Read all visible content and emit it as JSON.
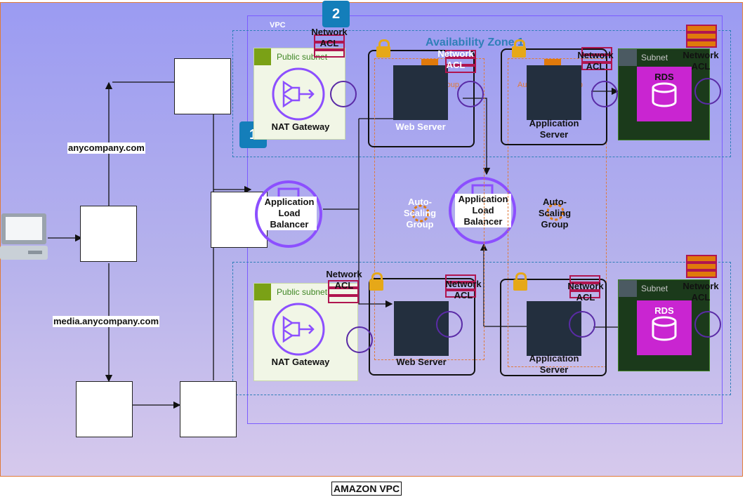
{
  "diagram": {
    "caption": "AMAZON VPC",
    "vpc_label": "VPC",
    "az_label": "Availability Zone 1",
    "badges": [
      "1",
      "2"
    ],
    "domains": {
      "primary": "anycompany.com",
      "media": "media.anycompany.com"
    },
    "subnets": {
      "public": "Public subnet",
      "private": "Subnet"
    },
    "labels": {
      "nat_gateway": "NAT Gateway",
      "web_server": "Web Server",
      "app_server": "Application Server",
      "load_balancer": "Application Load Balancer",
      "network_acl": "Network ACL",
      "auto_scaling_group": "Auto Scaling group",
      "auto_scaling_group_title": "Auto-Scaling Group",
      "rds": "RDS"
    },
    "colors": {
      "frame_border": "#e07a3a",
      "vpc_border": "#7b5cff",
      "az_border": "#2f7fb8",
      "public_subnet_accent": "#7aa116",
      "rds": "#c925d1",
      "auto_scaling": "#e07a3a",
      "badge": "#147eba",
      "lock": "#e6a818",
      "acl": "#b0154f"
    },
    "icons": [
      "laptop-icon",
      "nat-gateway-icon",
      "load-balancer-icon",
      "rds-icon",
      "vpc-endpoint-icon",
      "network-acl-icon",
      "lock-icon",
      "auto-scaling-icon",
      "cloud-subnet-icon"
    ]
  }
}
